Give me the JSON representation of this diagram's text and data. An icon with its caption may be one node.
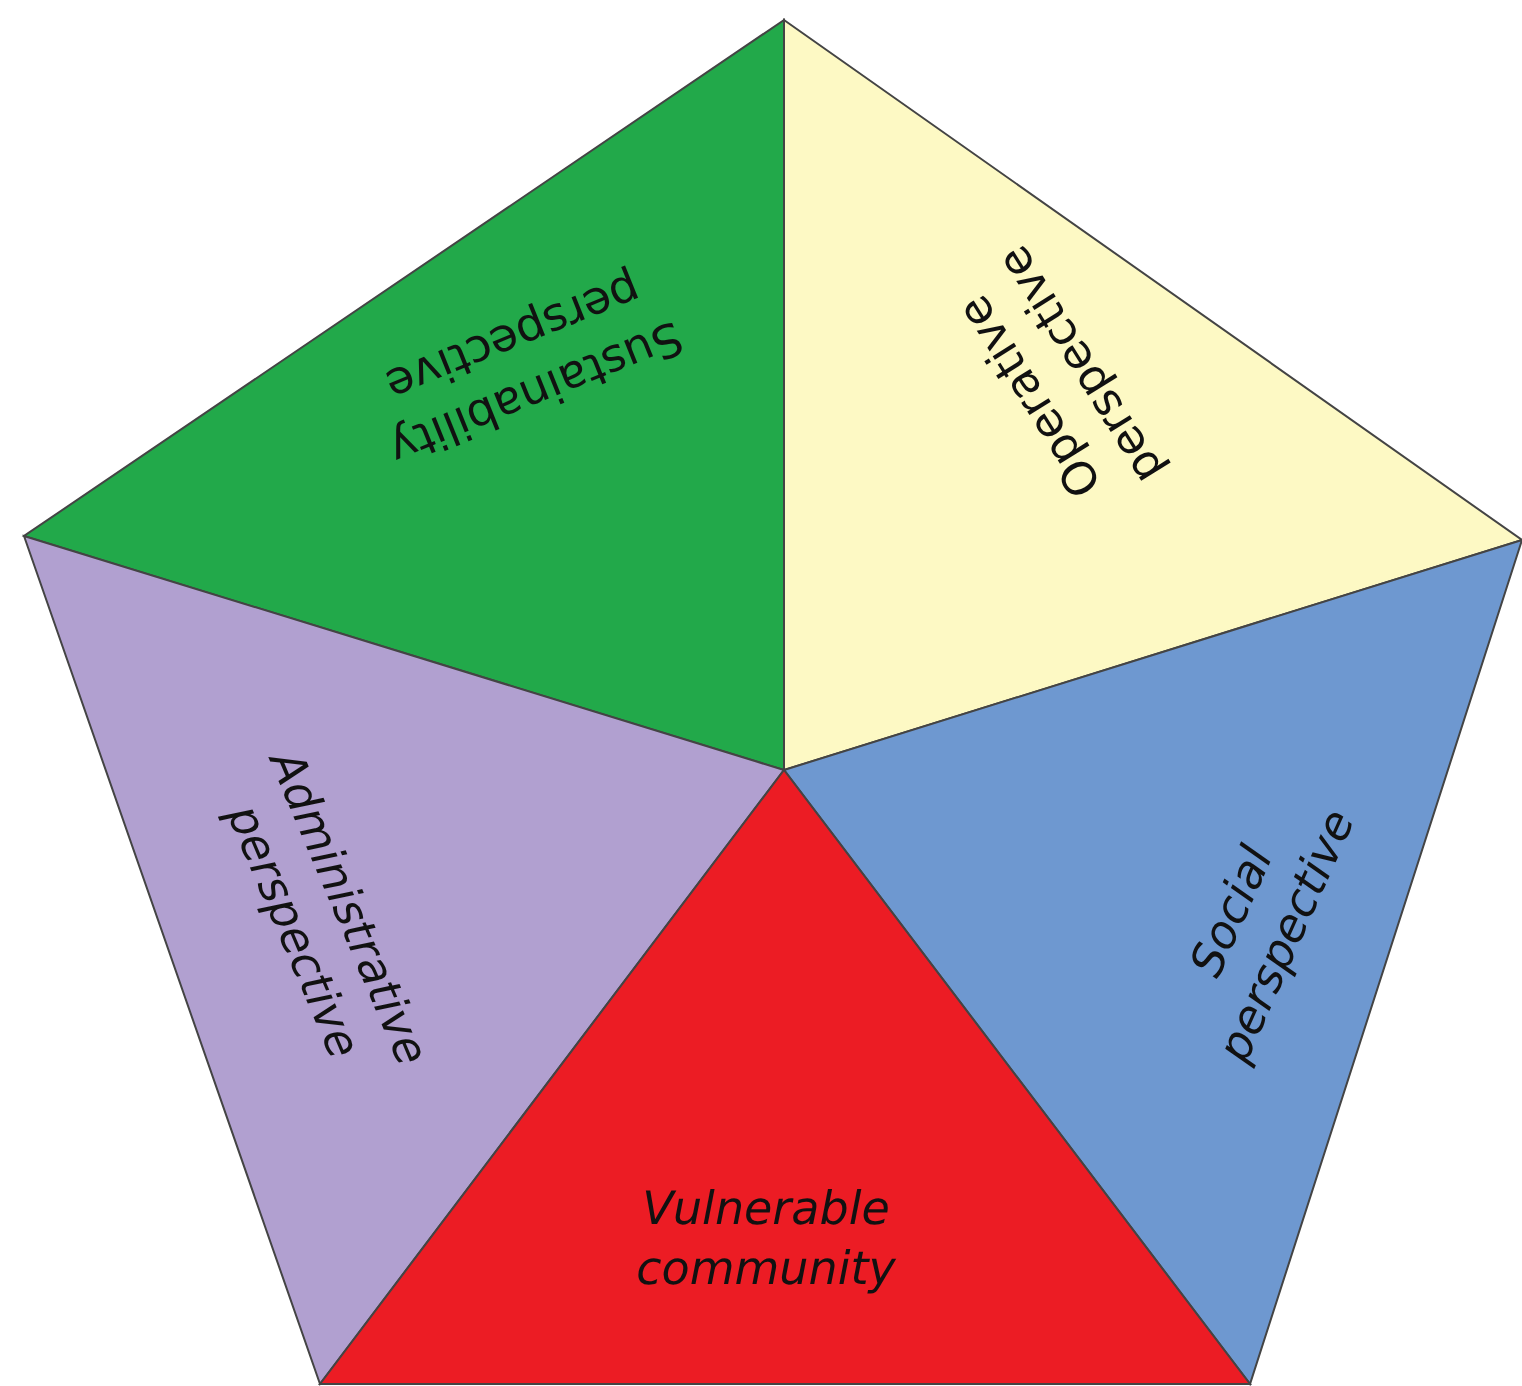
{
  "diagram": {
    "nodes": [
      {
        "text": [
          "Sustainability perspective"
        ]
      },
      {
        "text": [
          "Operative perspective"
        ]
      },
      {
        "text": [
          "Administrative perspective"
        ]
      },
      {
        "text": [
          "Social perspective"
        ]
      },
      {
        "text": [
          "Vulnerable community"
        ]
      }
    ]
  }
}
